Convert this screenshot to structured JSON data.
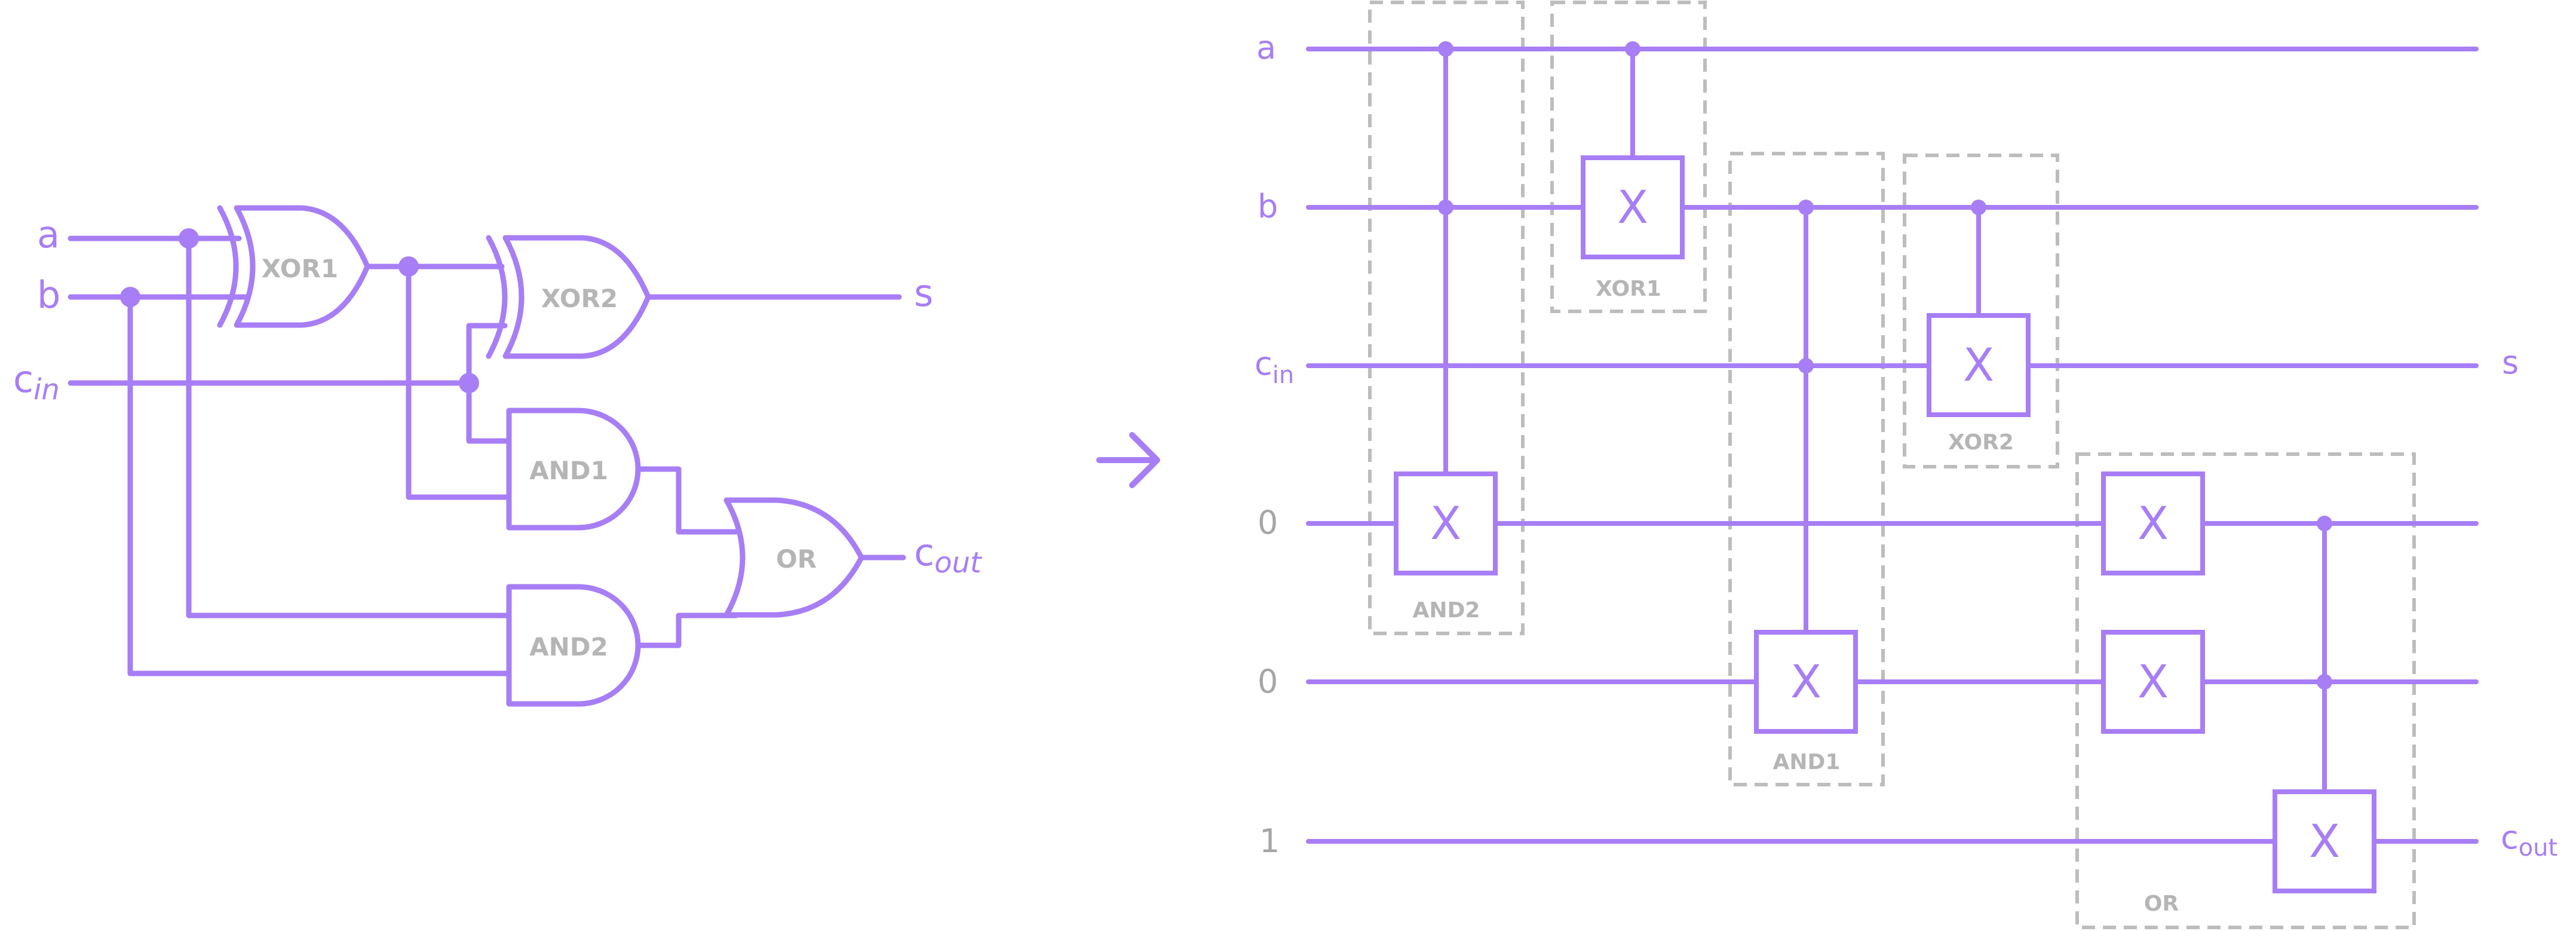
{
  "colors": {
    "accent": "#a77ef5",
    "gray": "#bdbdbd",
    "gray_text": "#b5b5b5"
  },
  "classical": {
    "inputs": {
      "a": "a",
      "b": "b",
      "cin_base": "c",
      "cin_sub": "in"
    },
    "outputs": {
      "s": "s",
      "cout_base": "c",
      "cout_sub": "out"
    },
    "gates": {
      "xor1": "XOR1",
      "xor2": "XOR2",
      "and1": "AND1",
      "and2": "AND2",
      "or": "OR"
    }
  },
  "arrow_icon": "right-arrow-icon",
  "quantum": {
    "wire_labels": {
      "a": "a",
      "b": "b",
      "cin_base": "c",
      "cin_sub": "in",
      "zero1": "0",
      "zero2": "0",
      "one": "1"
    },
    "outputs": {
      "s": "s",
      "cout_base": "c",
      "cout_sub": "out"
    },
    "gate_symbol": "X",
    "groups": {
      "and2": "AND2",
      "xor1": "XOR1",
      "and1": "AND1",
      "xor2": "XOR2",
      "or": "OR"
    }
  }
}
